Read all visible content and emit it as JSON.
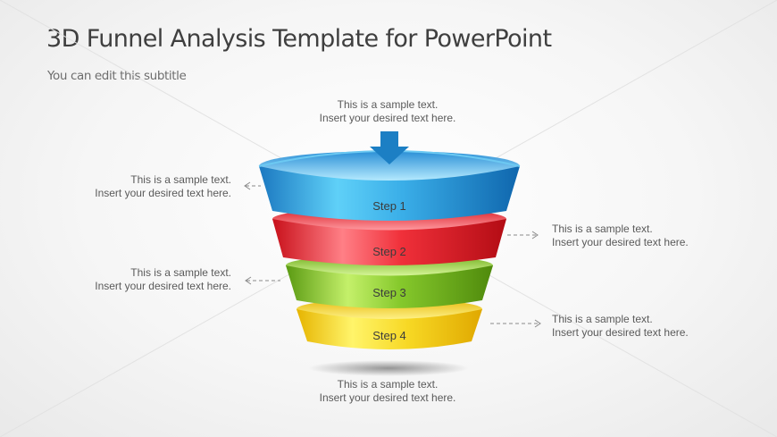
{
  "slide": {
    "title": "3D Funnel Analysis Template for PowerPoint",
    "subtitle": "You can edit this subtitle"
  },
  "funnel": {
    "steps": [
      {
        "label": "Step 1",
        "color": "#2e9be0"
      },
      {
        "label": "Step 2",
        "color": "#e8232c"
      },
      {
        "label": "Step 3",
        "color": "#7cc22a"
      },
      {
        "label": "Step 4",
        "color": "#f5d21e"
      }
    ],
    "input_arrow_color": "#1c7fc4"
  },
  "callouts": {
    "top": {
      "line1": "This is a sample text.",
      "line2": "Insert your desired text here."
    },
    "step1": {
      "line1": "This is a sample text.",
      "line2": "Insert your desired text here.",
      "side": "left"
    },
    "step2": {
      "line1": "This is a sample text.",
      "line2": "Insert your desired text here.",
      "side": "right"
    },
    "step3": {
      "line1": "This is a sample text.",
      "line2": "Insert your desired text here.",
      "side": "left"
    },
    "step4": {
      "line1": "This is a sample text.",
      "line2": "Insert your desired text here.",
      "side": "right"
    },
    "bottom": {
      "line1": "This is a sample text.",
      "line2": "Insert your desired text here."
    }
  }
}
